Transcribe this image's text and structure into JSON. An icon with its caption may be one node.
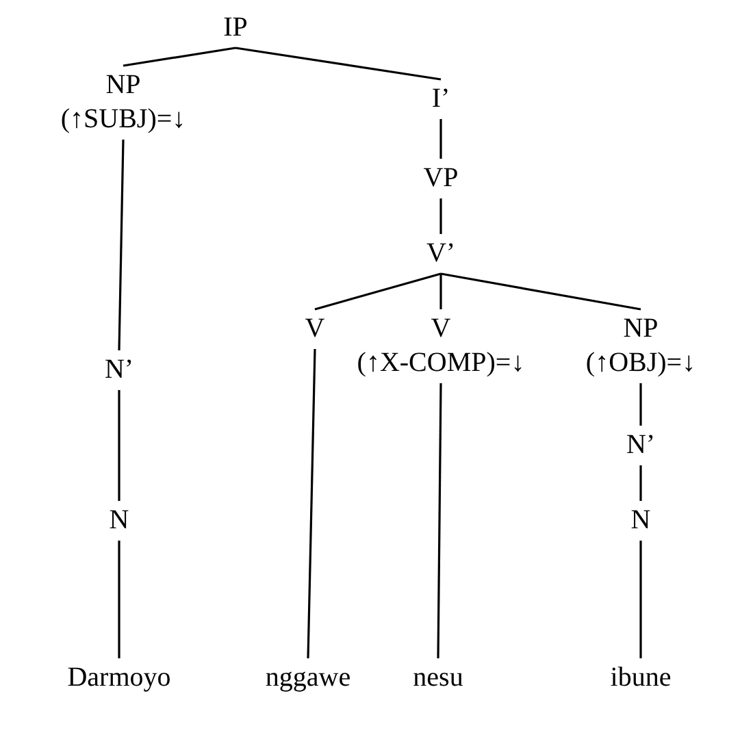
{
  "diagram": {
    "nodes": [
      {
        "text": [
          "IP"
        ]
      },
      {
        "text": [
          "NP",
          "(↑SUBJ)=↓"
        ]
      },
      {
        "text": [
          "I’"
        ]
      },
      {
        "text": [
          "VP"
        ]
      },
      {
        "text": [
          "V’"
        ]
      },
      {
        "text": [
          "N’"
        ]
      },
      {
        "text": [
          "V"
        ]
      },
      {
        "text": [
          "V",
          "(↑X-COMP)=↓"
        ]
      },
      {
        "text": [
          "NP",
          "(↑OBJ)=↓"
        ]
      },
      {
        "text": [
          "N’"
        ]
      },
      {
        "text": [
          "N"
        ]
      },
      {
        "text": [
          "N"
        ]
      },
      {
        "text": [
          "Darmoyo"
        ]
      },
      {
        "text": [
          "nggawe"
        ]
      },
      {
        "text": [
          "nesu"
        ]
      },
      {
        "text": [
          "ibune"
        ]
      }
    ],
    "edges": [
      {
        "from": 0,
        "to": 1,
        "arrow": "none"
      },
      {
        "from": 0,
        "to": 2,
        "arrow": "none"
      },
      {
        "from": 2,
        "to": 3,
        "arrow": "none"
      },
      {
        "from": 3,
        "to": 4,
        "arrow": "none"
      },
      {
        "from": 4,
        "to": 6,
        "arrow": "none"
      },
      {
        "from": 4,
        "to": 7,
        "arrow": "none"
      },
      {
        "from": 4,
        "to": 8,
        "arrow": "none"
      },
      {
        "from": 1,
        "to": 5,
        "arrow": "none"
      },
      {
        "from": 5,
        "to": 10,
        "arrow": "none"
      },
      {
        "from": 10,
        "to": 12,
        "arrow": "none"
      },
      {
        "from": 6,
        "to": 13,
        "arrow": "none"
      },
      {
        "from": 7,
        "to": 14,
        "arrow": "none"
      },
      {
        "from": 8,
        "to": 9,
        "arrow": "none"
      },
      {
        "from": 9,
        "to": 11,
        "arrow": "none"
      },
      {
        "from": 11,
        "to": 15,
        "arrow": "none"
      }
    ]
  }
}
